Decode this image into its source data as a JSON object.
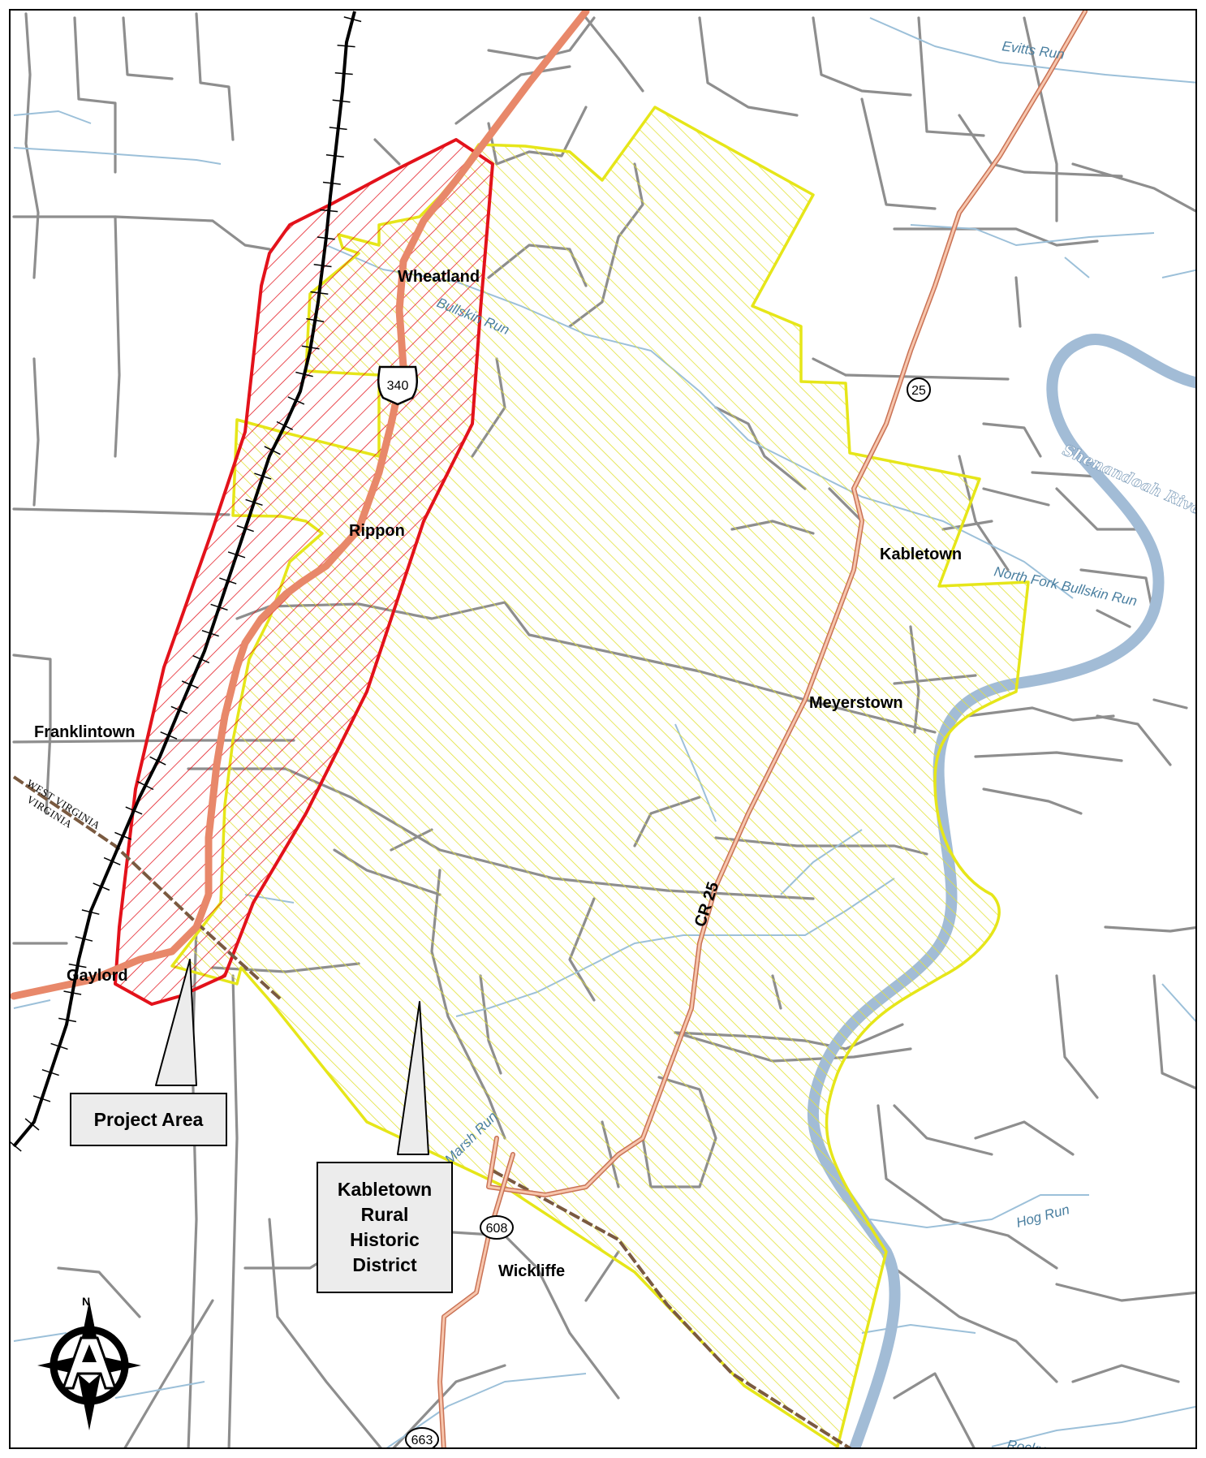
{
  "places": {
    "wheatland": "Wheatland",
    "rippon": "Rippon",
    "kabletown": "Kabletown",
    "meyerstown": "Meyerstown",
    "franklintown": "Franklintown",
    "gaylord": "Gaylord",
    "wickliffe": "Wickliffe"
  },
  "water": {
    "evitts_run": "Evitts Run",
    "bullskin_run": "Bullskin Run",
    "north_fork_bullskin_run": "North Fork Bullskin Run",
    "shenandoah_river": "Shenandoah River",
    "marsh_run": "Marsh Run",
    "hog_run": "Hog Run",
    "rocky_marsh_run_partial": "Rocky"
  },
  "roads": {
    "us_340": "340",
    "route_25": "25",
    "cr_25": "CR 25",
    "route_608": "608",
    "route_663": "663"
  },
  "states": {
    "west_virginia": "WEST VIRGINIA",
    "virginia": "VIRGINIA"
  },
  "callouts": {
    "project_area": "Project Area",
    "district": "Kabletown\nRural\nHistoric\nDistrict"
  },
  "north_arrow": {
    "letter": "N"
  },
  "colors": {
    "project_area_outline": "#e3121b",
    "district_outline": "#e6e619",
    "river": "#a2bcd6",
    "stream": "#9cc0d9",
    "local_road": "#8e8e8e",
    "us_highway": "#e8886a",
    "county_road": "#f5b79a",
    "railroad": "#000000",
    "state_line": "#7a5a40"
  }
}
